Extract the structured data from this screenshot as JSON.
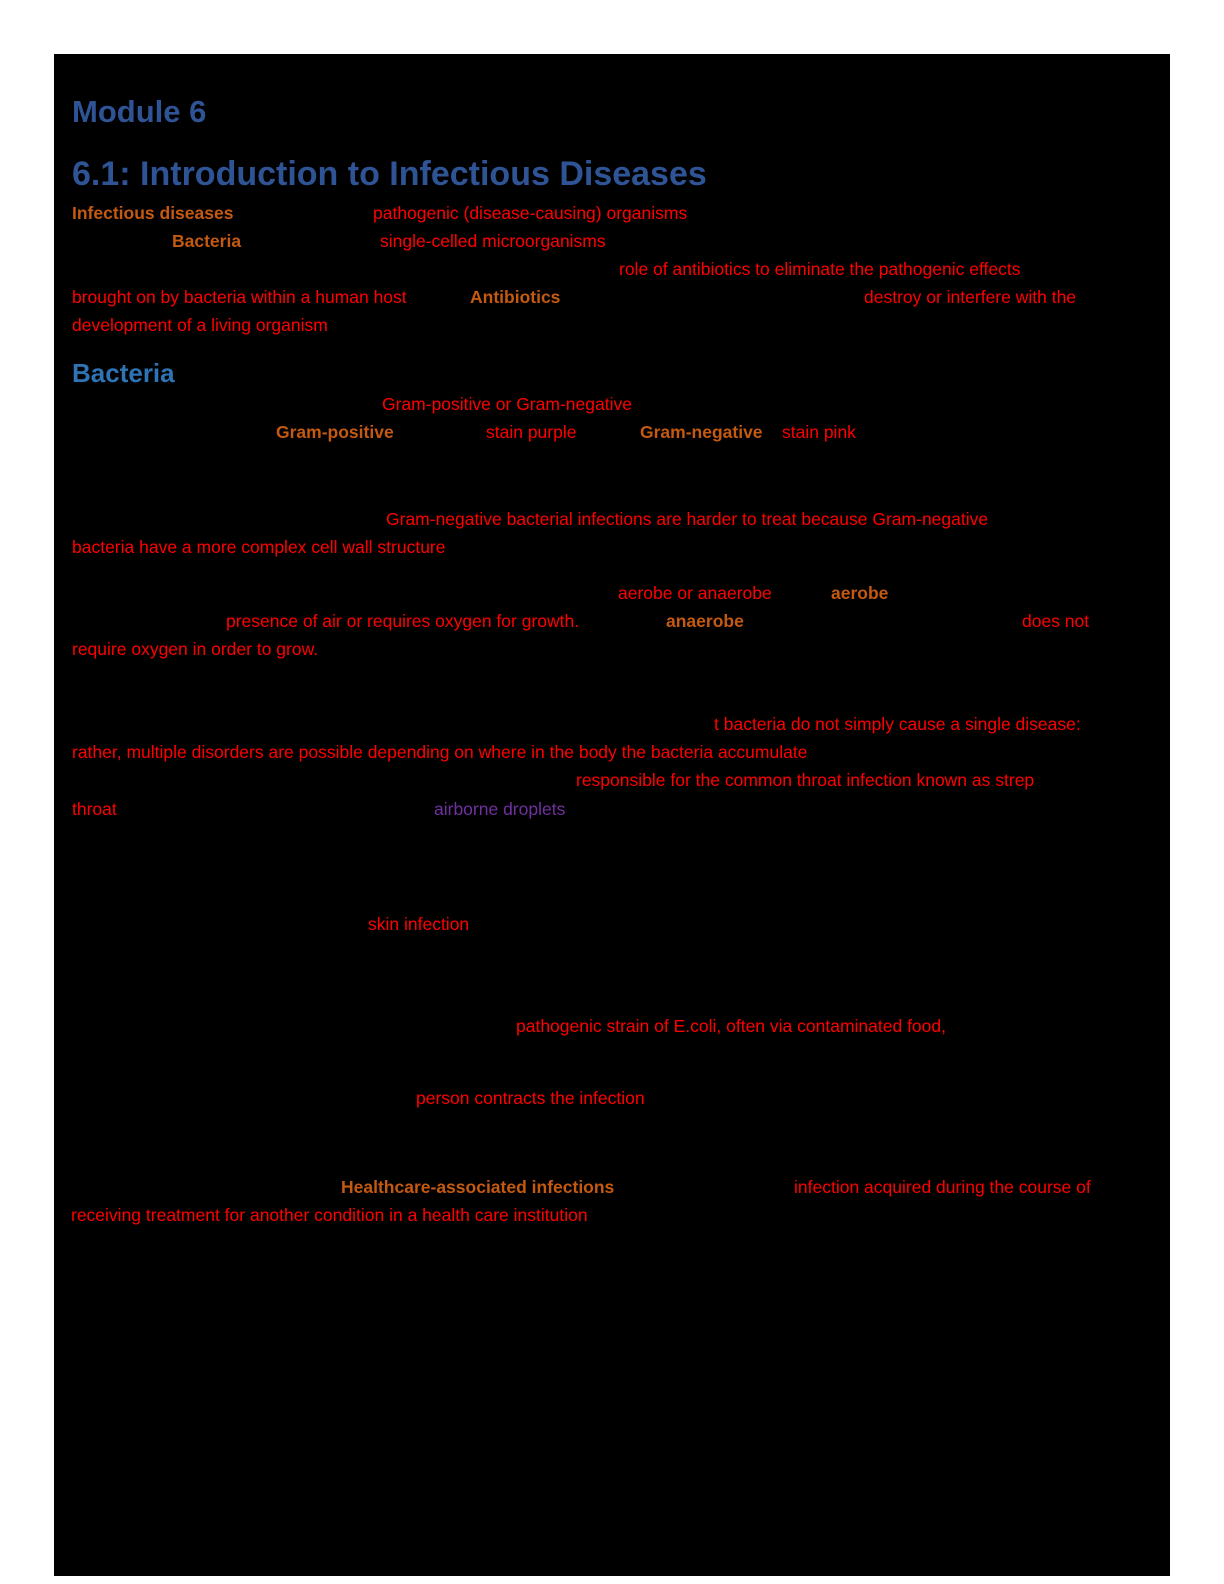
{
  "colors": {
    "heading_blue": "#2F5496",
    "subheading_blue": "#2E74B5",
    "body_red": "#FF0000",
    "term_orange": "#C45911",
    "purple": "#7030A0",
    "page_black": "#000000",
    "margin_white": "#FFFFFF"
  },
  "doc": {
    "headings": {
      "module": "Module 6",
      "section": "6.1: Introduction to Infectious Diseases",
      "bacteria": "Bacteria"
    },
    "fragments": {
      "term_infectious": "Infectious diseases",
      "def_pathogenic": "pathogenic (disease-causing) organisms",
      "term_bacteria": "Bacteria",
      "def_single_celled": "single-celled microorganisms",
      "role_antibiotics": "role of antibiotics to eliminate the pathogenic effects",
      "brought_on": "brought on by bacteria within a human host",
      "term_antibiotics": "Antibiotics",
      "destroy": "destroy or interfere with the",
      "development": "development of a living organism",
      "gram_types": "Gram-positive or Gram-negative",
      "term_gram_positive": "Gram-positive",
      "stain_purple": "stain purple",
      "term_gram_negative": "Gram-negative",
      "stain_pink": "stain pink",
      "harder_1": "Gram-negative bacterial infections are harder to treat because Gram-negative",
      "harder_2": "bacteria have a more complex cell wall structure",
      "aerobe_or_anaerobe": "aerobe or anaerobe",
      "term_aerobe": "aerobe",
      "presence_air": "presence of air or requires oxygen for growth.",
      "term_anaerobe": "anaerobe",
      "does_not": "does not",
      "require_oxygen": "require oxygen in order to grow.",
      "single_disease": "t bacteria do not simply cause a single disease:",
      "rather": "rather, multiple disorders are possible depending on where in the body the bacteria accumulate",
      "responsible": "responsible for the common throat infection known as strep",
      "throat": "throat",
      "airborne_droplets": "airborne droplets",
      "skin_infection": "skin infection",
      "ecoli": "pathogenic strain of E.coli, often via contaminated food,",
      "person_contracts": "person contracts the infection",
      "term_hai": "Healthcare-associated infections",
      "infection_acquired": "infection acquired during the course of",
      "receiving_treatment": "receiving treatment for another condition in a health care institution"
    }
  }
}
